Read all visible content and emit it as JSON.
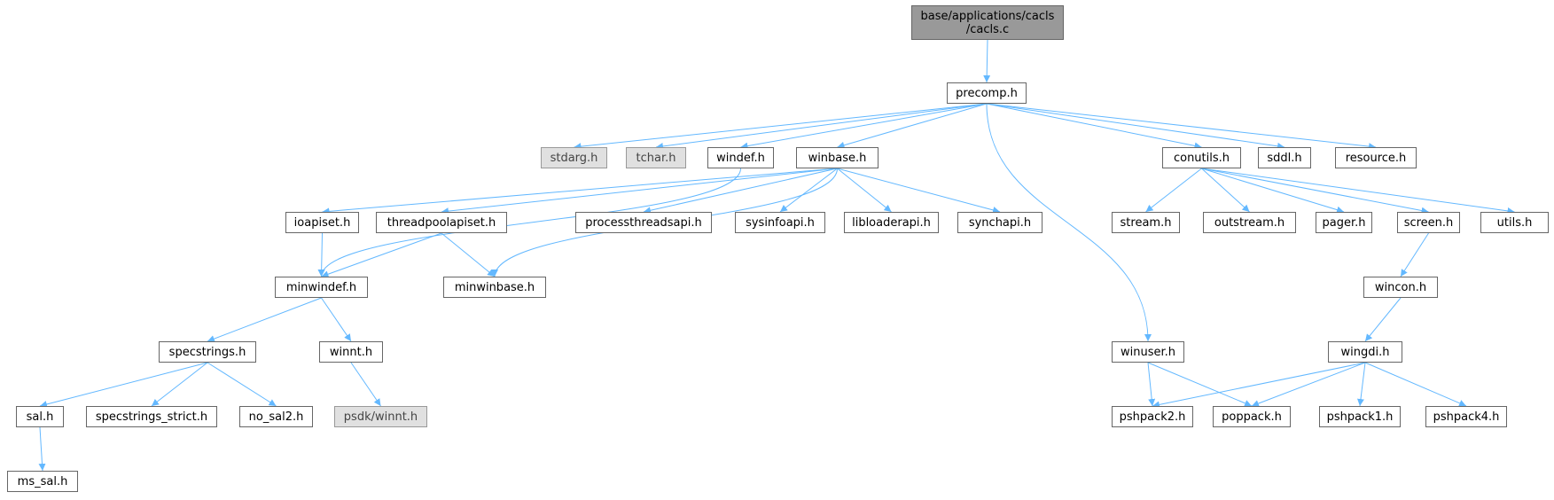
{
  "colors": {
    "edge": "#63b8ff",
    "node_border": "#666666",
    "root_fill": "#999999",
    "external_fill": "#e0e0e0"
  },
  "nodes": {
    "root": {
      "line1": "base/applications/cacls",
      "line2": "/cacls.c"
    },
    "precomp": "precomp.h",
    "stdarg": "stdarg.h",
    "tchar": "tchar.h",
    "windef": "windef.h",
    "winbase": "winbase.h",
    "conutils": "conutils.h",
    "sddl": "sddl.h",
    "resource": "resource.h",
    "ioapiset": "ioapiset.h",
    "threadpoolapiset": "threadpoolapiset.h",
    "processthreadsapi": "processthreadsapi.h",
    "sysinfoapi": "sysinfoapi.h",
    "libloaderapi": "libloaderapi.h",
    "synchapi": "synchapi.h",
    "stream": "stream.h",
    "outstream": "outstream.h",
    "pager": "pager.h",
    "screen": "screen.h",
    "utils": "utils.h",
    "minwindef": "minwindef.h",
    "minwinbase": "minwinbase.h",
    "wincon": "wincon.h",
    "specstrings": "specstrings.h",
    "winnt": "winnt.h",
    "winuser": "winuser.h",
    "wingdi": "wingdi.h",
    "sal": "sal.h",
    "specstrings_strict": "specstrings_strict.h",
    "no_sal2": "no_sal2.h",
    "psdk_winnt": "psdk/winnt.h",
    "pshpack2": "pshpack2.h",
    "poppack": "poppack.h",
    "pshpack1": "pshpack1.h",
    "pshpack4": "pshpack4.h",
    "ms_sal": "ms_sal.h"
  },
  "edges": [
    [
      "root",
      "precomp"
    ],
    [
      "precomp",
      "stdarg"
    ],
    [
      "precomp",
      "tchar"
    ],
    [
      "precomp",
      "windef"
    ],
    [
      "precomp",
      "winbase"
    ],
    [
      "precomp",
      "winuser"
    ],
    [
      "precomp",
      "conutils"
    ],
    [
      "precomp",
      "sddl"
    ],
    [
      "precomp",
      "resource"
    ],
    [
      "windef",
      "minwindef"
    ],
    [
      "winbase",
      "ioapiset"
    ],
    [
      "winbase",
      "threadpoolapiset"
    ],
    [
      "winbase",
      "processthreadsapi"
    ],
    [
      "winbase",
      "sysinfoapi"
    ],
    [
      "winbase",
      "libloaderapi"
    ],
    [
      "winbase",
      "synchapi"
    ],
    [
      "winbase",
      "minwinbase"
    ],
    [
      "conutils",
      "stream"
    ],
    [
      "conutils",
      "outstream"
    ],
    [
      "conutils",
      "pager"
    ],
    [
      "conutils",
      "screen"
    ],
    [
      "conutils",
      "utils"
    ],
    [
      "ioapiset",
      "minwindef"
    ],
    [
      "threadpoolapiset",
      "minwindef"
    ],
    [
      "threadpoolapiset",
      "minwinbase"
    ],
    [
      "screen",
      "wincon"
    ],
    [
      "minwindef",
      "specstrings"
    ],
    [
      "minwindef",
      "winnt"
    ],
    [
      "wincon",
      "wingdi"
    ],
    [
      "specstrings",
      "sal"
    ],
    [
      "specstrings",
      "specstrings_strict"
    ],
    [
      "specstrings",
      "no_sal2"
    ],
    [
      "winnt",
      "psdk_winnt"
    ],
    [
      "winuser",
      "pshpack2"
    ],
    [
      "winuser",
      "poppack"
    ],
    [
      "wingdi",
      "pshpack2"
    ],
    [
      "wingdi",
      "poppack"
    ],
    [
      "wingdi",
      "pshpack1"
    ],
    [
      "wingdi",
      "pshpack4"
    ],
    [
      "sal",
      "ms_sal"
    ]
  ]
}
